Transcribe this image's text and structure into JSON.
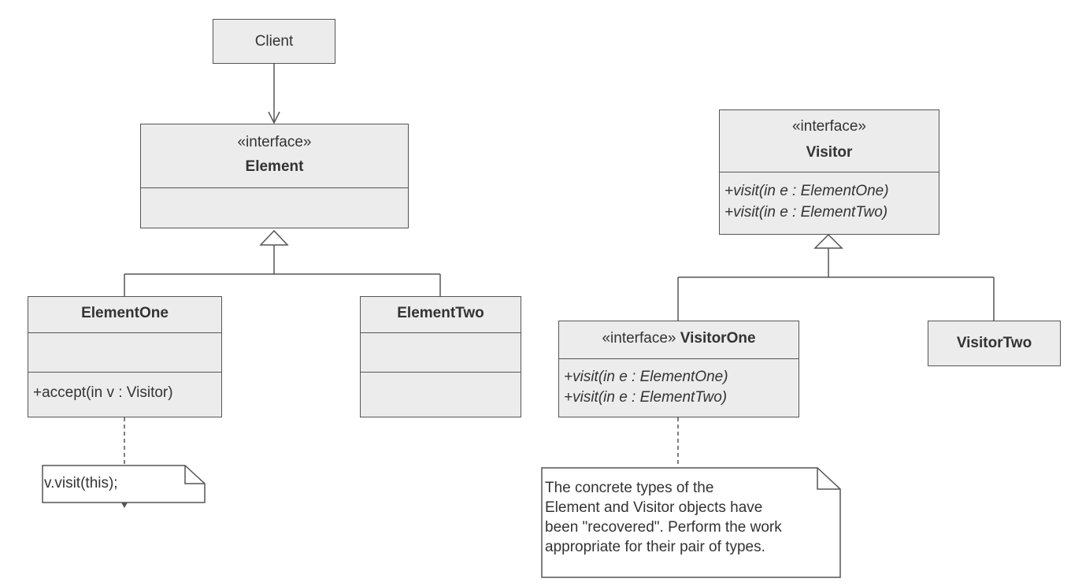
{
  "client": {
    "name": "Client"
  },
  "element": {
    "stereotype": "«interface»",
    "name": "Element"
  },
  "element_one": {
    "name": "ElementOne",
    "method": "+accept(in v : Visitor)"
  },
  "element_two": {
    "name": "ElementTwo"
  },
  "visitor": {
    "stereotype": "«interface»",
    "name": "Visitor",
    "methods": [
      "+visit(in e : ElementOne)",
      "+visit(in e : ElementTwo)"
    ]
  },
  "visitor_one": {
    "stereotype": "«interface»",
    "name": "VisitorOne",
    "methods": [
      "+visit(in e : ElementOne)",
      "+visit(in e : ElementTwo)"
    ]
  },
  "visitor_two": {
    "name": "VisitorTwo"
  },
  "notes": {
    "accept_note": "v.visit(this);",
    "visitor_note": [
      "The concrete types of the",
      "Element and Visitor objects have",
      "been \"recovered\". Perform the work",
      "appropriate for their pair of types."
    ]
  },
  "colors": {
    "fill": "#ececec",
    "stroke": "#555555",
    "text": "#333333"
  }
}
